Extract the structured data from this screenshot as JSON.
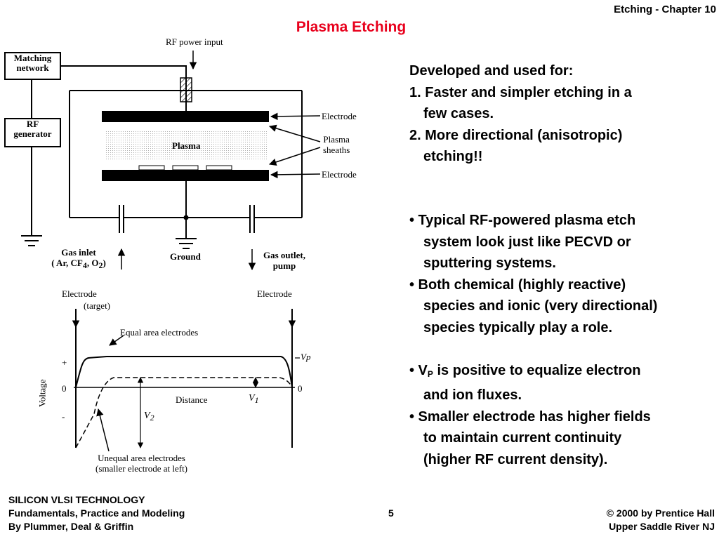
{
  "header": {
    "chapter": "Etching - Chapter 10",
    "title": "Plasma Etching"
  },
  "diagram": {
    "rf_power_input": "RF power input",
    "matching_network": [
      "Matching",
      "network"
    ],
    "rf_generator": [
      "RF",
      "generator"
    ],
    "electrode_top": "Electrode",
    "electrode_bottom": "Electrode",
    "plasma": "Plasma",
    "plasma_sheaths": [
      "Plasma",
      "sheaths"
    ],
    "gas_inlet": {
      "line1": "Gas inlet",
      "prefix": "( Ar, CF",
      "sub1": "4",
      "mid": ", O",
      "sub2": "2",
      "suffix": ")"
    },
    "ground": "Ground",
    "gas_outlet": [
      "Gas outlet,",
      "pump"
    ]
  },
  "graph": {
    "electrode_left": "Electrode",
    "target": "(target)",
    "electrode_right": "Electrode",
    "equal_area": "Equal area electrodes",
    "vp": "Vp",
    "plus": "+",
    "zero_left": "0",
    "minus": "-",
    "distance": "Distance",
    "v1": "V",
    "v1_sub": "1",
    "zero_right": "0",
    "v2": "V",
    "v2_sub": "2",
    "unequal_line1": "Unequal area electrodes",
    "unequal_line2": "(smaller electrode at left)"
  },
  "text": {
    "intro": "Developed and used for:",
    "item1_a": "1. Faster and simpler etching in a",
    "item1_b": "few cases.",
    "item2_a": "2. More directional  (anisotropic)",
    "item2_b": "etching!!",
    "b1_a": "• Typical RF-powered plasma etch",
    "b1_b": "system look just like PECVD or",
    "b1_c": "sputtering systems.",
    "b2_a": "• Both chemical (highly reactive)",
    "b2_b": "species and ionic (very directional)",
    "b2_c": "species typically play a role.",
    "b3_pre": "• V",
    "b3_sub": "P",
    "b3_post": " is positive to equalize electron",
    "b3_b": "and ion fluxes.",
    "b4_a": "• Smaller electrode has higher fields",
    "b4_b": "to maintain current continuity",
    "b4_c": "(higher RF current density)."
  },
  "footer": {
    "left1": "SILICON VLSI TECHNOLOGY",
    "left2": "Fundamentals, Practice and Modeling",
    "left3": "By Plummer, Deal & Griffin",
    "page": "5",
    "right1": "© 2000 by Prentice Hall",
    "right2": "Upper Saddle River NJ"
  },
  "colors": {
    "title": "#e8001c"
  }
}
